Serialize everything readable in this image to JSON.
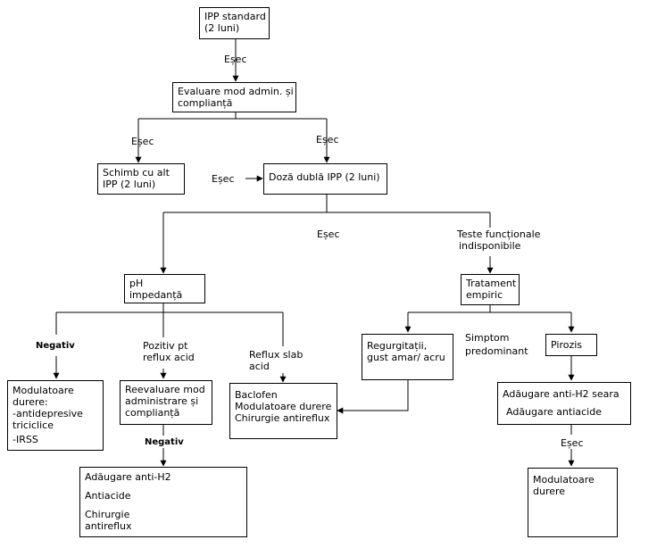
{
  "nodes": {
    "ipp_standard": [
      "IPP standard",
      "(2 luni)"
    ],
    "evaluare": [
      "Evaluare mod admin. și",
      "complianță"
    ],
    "schimb": [
      "Schimb cu alt",
      "IPP (2 luni)"
    ],
    "doza_dubla": [
      "Doză dublă IPP (2 luni)"
    ],
    "ph": [
      "pH",
      "impedanță"
    ],
    "tratament": [
      "Tratament",
      "empiric"
    ],
    "modulatoare1": [
      "Modulatoare",
      "durere:",
      "-antidepresive",
      "triciclice",
      "-IRSS"
    ],
    "reevaluare": [
      "Reevaluare mod",
      "administrare și",
      "complianță"
    ],
    "baclofen": [
      "Baclofen",
      "Modulatoare durere",
      "Chirurgie antireflux"
    ],
    "regurgitatii": [
      "Regurgitații,",
      "gust amar/ acru"
    ],
    "pirozis": [
      "Pirozis"
    ],
    "antih2_seara": [
      "Adăugare anti-H2 seara",
      "Adăugare antiacide"
    ],
    "adaugare_antih2": [
      "Adăugare anti-H2",
      "Antiacide",
      "Chirurgie",
      "antireflux"
    ],
    "modulatoare2": [
      "Modulatoare",
      "durere"
    ]
  },
  "labels": {
    "esec1": "Eșec",
    "esec_left": "Eșec",
    "esec_right": "Eșec",
    "esec_mid": "Eșec",
    "esec_center": "Eșec",
    "teste": [
      "Teste funcționale",
      "indisponibile"
    ],
    "negativ1": "Negativ",
    "pozitiv": [
      "Pozitiv pt",
      "reflux acid"
    ],
    "reflux_slab": [
      "Reflux slab",
      "acid"
    ],
    "simptom": [
      "Simptom",
      "predominant"
    ],
    "negativ2": "Negativ",
    "esec_bottom": "Eșec"
  }
}
